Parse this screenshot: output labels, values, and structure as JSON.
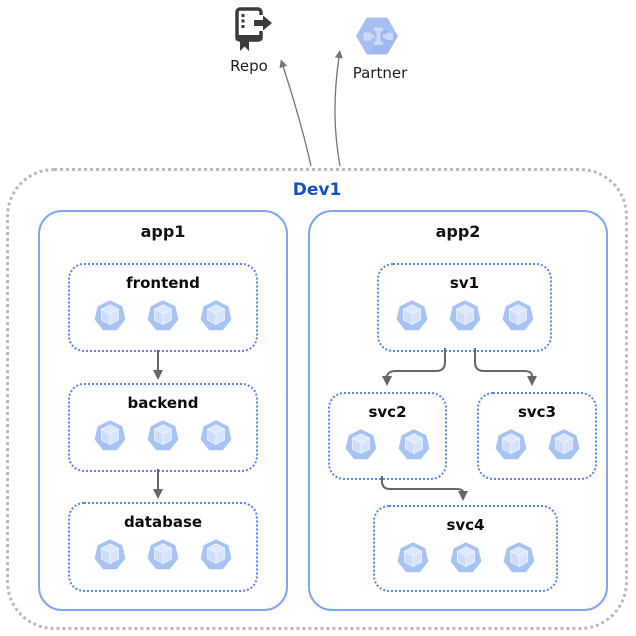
{
  "external": {
    "repo": {
      "label": "Repo",
      "icon": "source-repository-icon"
    },
    "partner": {
      "label": "Partner",
      "icon": "partner-interconnect-icon"
    }
  },
  "boundary": {
    "label": "Dev1"
  },
  "apps": [
    {
      "label": "app1",
      "services": [
        {
          "label": "frontend",
          "pods": 3
        },
        {
          "label": "backend",
          "pods": 3
        },
        {
          "label": "database",
          "pods": 3
        }
      ]
    },
    {
      "label": "app2",
      "services": [
        {
          "label": "sv1",
          "pods": 3
        },
        {
          "label": "svc2",
          "pods": 2
        },
        {
          "label": "svc3",
          "pods": 2
        },
        {
          "label": "svc4",
          "pods": 3
        }
      ]
    }
  ],
  "edges": [
    {
      "from": "dev1",
      "to": "repo"
    },
    {
      "from": "dev1",
      "to": "partner"
    },
    {
      "from": "frontend",
      "to": "backend"
    },
    {
      "from": "backend",
      "to": "database"
    },
    {
      "from": "sv1",
      "to": "svc2"
    },
    {
      "from": "sv1",
      "to": "svc3"
    },
    {
      "from": "svc2",
      "to": "svc4"
    }
  ],
  "colors": {
    "boundary_border": "#bababa",
    "app_border": "#7fa8ee",
    "service_border": "#5b86e8",
    "boundary_label": "#1b4ecb",
    "arrow": "#666666",
    "external_arrow": "#767676",
    "pod_body": "#a6c3f4",
    "pod_cube": "#d6e3fb",
    "repo_icon": "#3b3b3b",
    "partner_hexagon": "#a5bff2"
  }
}
